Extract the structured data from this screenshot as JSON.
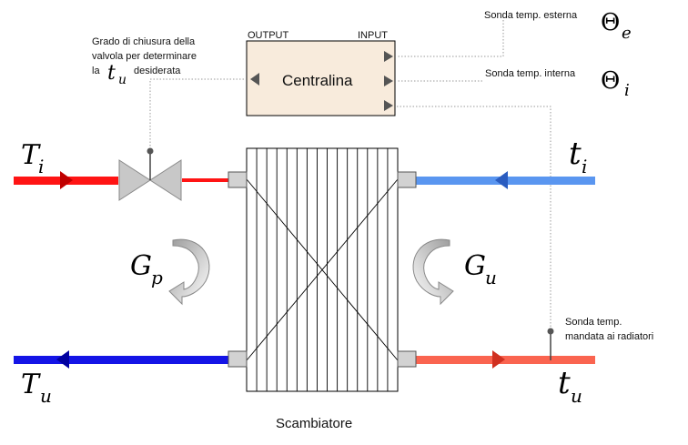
{
  "controller": {
    "title": "Centralina",
    "output_label": "OUTPUT",
    "input_label": "INPUT",
    "fill_color": "#f8ebdc"
  },
  "exchanger": {
    "label": "Scambiatore"
  },
  "sensors": {
    "external": {
      "label": "Sonda temp. esterna",
      "symbol": "Θ",
      "subscript": "e"
    },
    "internal": {
      "label": "Sonda temp. interna",
      "symbol": "Θ",
      "subscript": "i"
    },
    "supply": {
      "label_line1": "Sonda temp.",
      "label_line2": "mandata ai radiatori"
    }
  },
  "valve": {
    "note_line1": "Grado di chiusura della",
    "note_line2": "valvola per determinare",
    "note_line3_prefix": "la",
    "note_line3_suffix": "desiderata",
    "note_var": "t",
    "note_var_sub": "u"
  },
  "primary": {
    "in_label": "T",
    "in_sub": "i",
    "out_label": "T",
    "out_sub": "u",
    "flow_label": "G",
    "flow_sub": "p"
  },
  "secondary": {
    "in_label": "t",
    "in_sub": "i",
    "out_label": "t",
    "out_sub": "u",
    "flow_label": "G",
    "flow_sub": "u"
  },
  "colors": {
    "primary_hot": "#ff1414",
    "primary_cold": "#1414e6",
    "secondary_cold": "#5a96f0",
    "secondary_hot": "#fa6450"
  }
}
